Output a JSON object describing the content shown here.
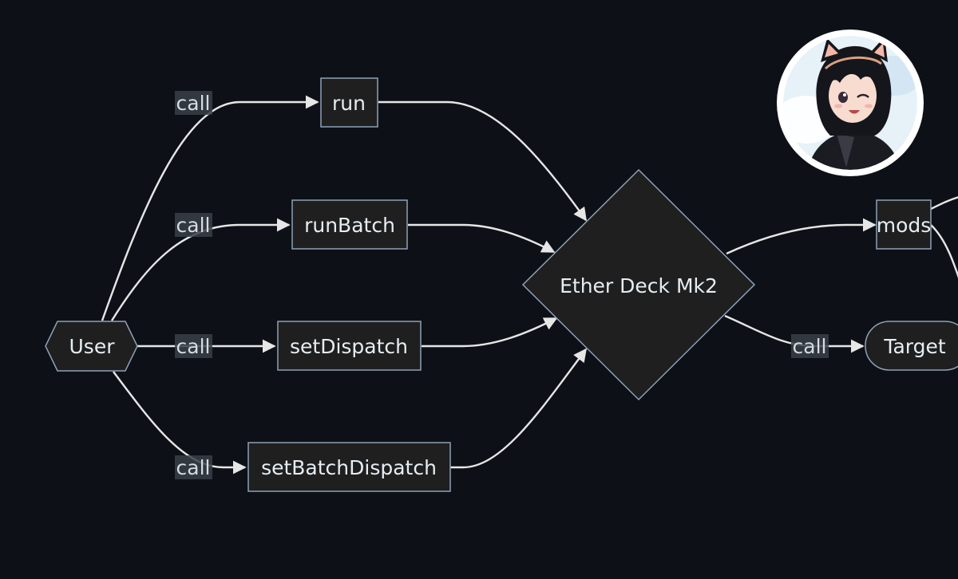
{
  "colors": {
    "background": "#0d1117",
    "node_fill": "#1f1f1f",
    "node_stroke": "#8ea1b8",
    "edge": "#e6e6e6",
    "label_bg": "#3a3f47",
    "text": "#e6edf3"
  },
  "nodes": {
    "user": "User",
    "run": "run",
    "run_batch": "runBatch",
    "set_dispatch": "setDispatch",
    "set_batch_dispatch": "setBatchDispatch",
    "ether_deck": "Ether Deck Mk2",
    "mods": "mods",
    "target": "Target"
  },
  "edge_labels": {
    "user_run": "call",
    "user_run_batch": "call",
    "user_set_dispatch": "call",
    "user_set_batch_dispatch": "call",
    "deck_target": "call"
  },
  "avatar": {
    "icon": "anime-avatar-icon"
  }
}
